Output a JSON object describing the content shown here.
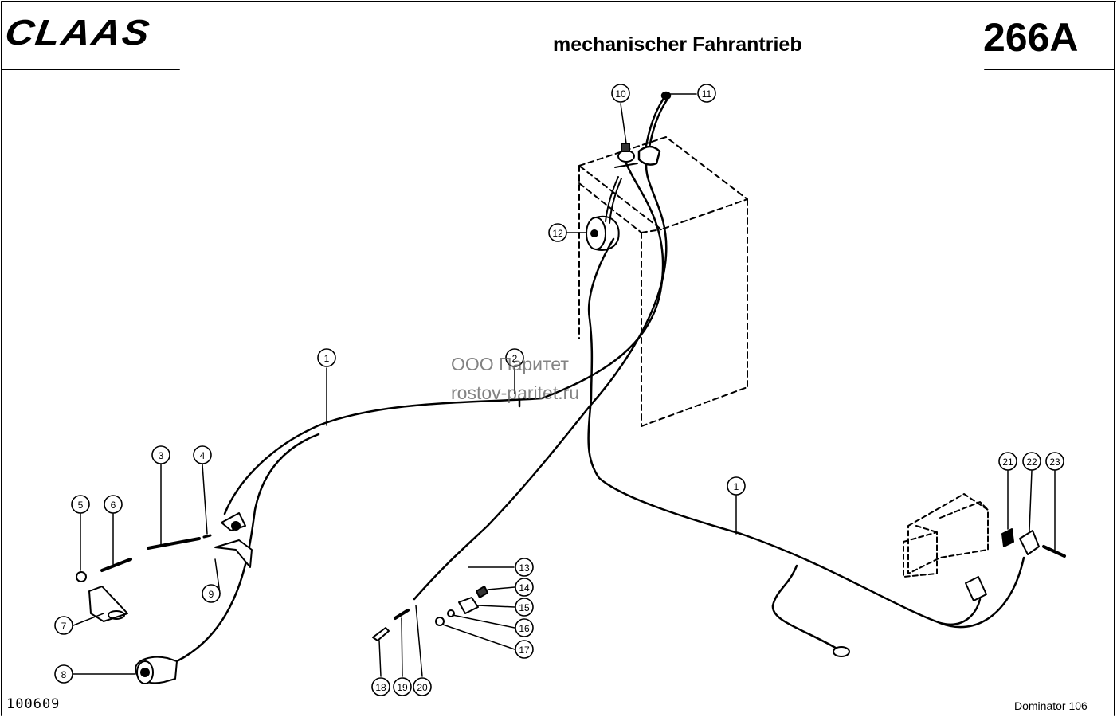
{
  "header": {
    "brand": "CLAAS",
    "title": "mechanischer Fahrantrieb",
    "page_number": "266A"
  },
  "footer": {
    "drawing_code": "100609",
    "model": "Dominator 106"
  },
  "watermark": {
    "line1": "ООО Паритет",
    "line2": "rostov-paritet.ru"
  },
  "callouts": [
    {
      "id": "c1a",
      "label": "1"
    },
    {
      "id": "c1b",
      "label": "1"
    },
    {
      "id": "c2",
      "label": "2"
    },
    {
      "id": "c3",
      "label": "3"
    },
    {
      "id": "c4",
      "label": "4"
    },
    {
      "id": "c5",
      "label": "5"
    },
    {
      "id": "c6",
      "label": "6"
    },
    {
      "id": "c7",
      "label": "7"
    },
    {
      "id": "c8",
      "label": "8"
    },
    {
      "id": "c9",
      "label": "9"
    },
    {
      "id": "c10",
      "label": "10"
    },
    {
      "id": "c11",
      "label": "11"
    },
    {
      "id": "c12",
      "label": "12"
    },
    {
      "id": "c13",
      "label": "13"
    },
    {
      "id": "c14",
      "label": "14"
    },
    {
      "id": "c15",
      "label": "15"
    },
    {
      "id": "c16",
      "label": "16"
    },
    {
      "id": "c17",
      "label": "17"
    },
    {
      "id": "c18",
      "label": "18"
    },
    {
      "id": "c19",
      "label": "19"
    },
    {
      "id": "c20",
      "label": "20"
    },
    {
      "id": "c21",
      "label": "21"
    },
    {
      "id": "c22",
      "label": "22"
    },
    {
      "id": "c23",
      "label": "23"
    }
  ]
}
